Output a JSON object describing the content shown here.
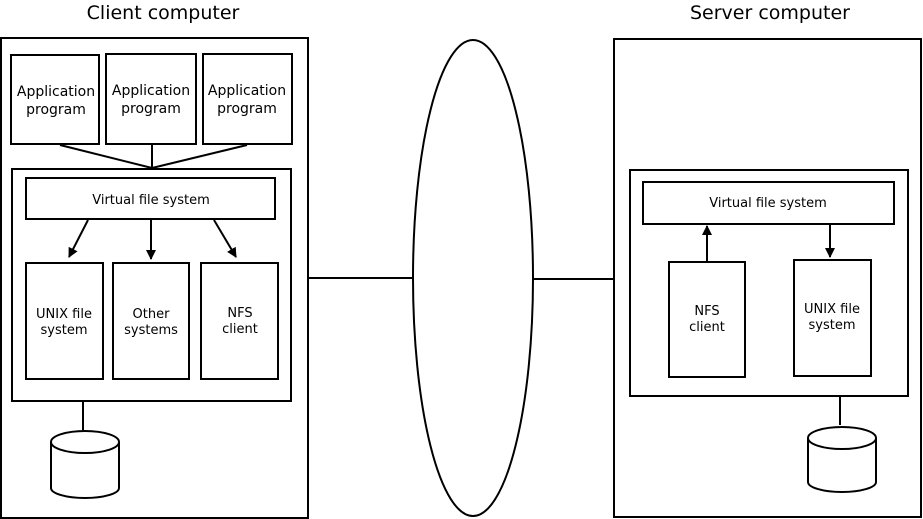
{
  "client": {
    "title": "Client computer",
    "apps": [
      {
        "line1": "Application",
        "line2": "program"
      },
      {
        "line1": "Application",
        "line2": "program"
      },
      {
        "line1": "Application",
        "line2": "program"
      }
    ],
    "vfs_label": "Virtual file system",
    "modules": [
      {
        "line1": "UNIX file",
        "line2": "system"
      },
      {
        "line1": "Other",
        "line2": "systems"
      },
      {
        "line1": "NFS",
        "line2": "client"
      }
    ]
  },
  "server": {
    "title": "Server computer",
    "vfs_label": "Virtual file system",
    "modules": [
      {
        "line1": "NFS",
        "line2": "client"
      },
      {
        "line1": "UNIX file",
        "line2": "system"
      }
    ]
  }
}
